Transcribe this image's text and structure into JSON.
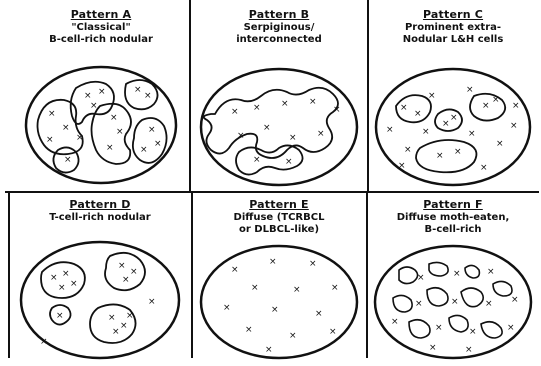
{
  "panels": [
    {
      "id": "a",
      "title": "Pattern A",
      "caption_lines": [
        "\"Classical\"",
        "B-cell-rich nodular"
      ]
    },
    {
      "id": "b",
      "title": "Pattern B",
      "caption_lines": [
        "Serpiginous/",
        "interconnected"
      ]
    },
    {
      "id": "c",
      "title": "Pattern C",
      "caption_lines": [
        "Prominent extra-",
        "Nodular L&H cells"
      ]
    },
    {
      "id": "d",
      "title": "Pattern D",
      "caption_lines": [
        "T-cell-rich nodular"
      ]
    },
    {
      "id": "e",
      "title": "Pattern E",
      "caption_lines": [
        "Diffuse (TCRBCL",
        "or DLBCL-like)"
      ]
    },
    {
      "id": "f",
      "title": "Pattern F",
      "caption_lines": [
        "Diffuse moth-eaten,",
        "B-cell-rich"
      ]
    }
  ],
  "colors": {
    "ink": "#111111",
    "paper": "#ffffff"
  }
}
